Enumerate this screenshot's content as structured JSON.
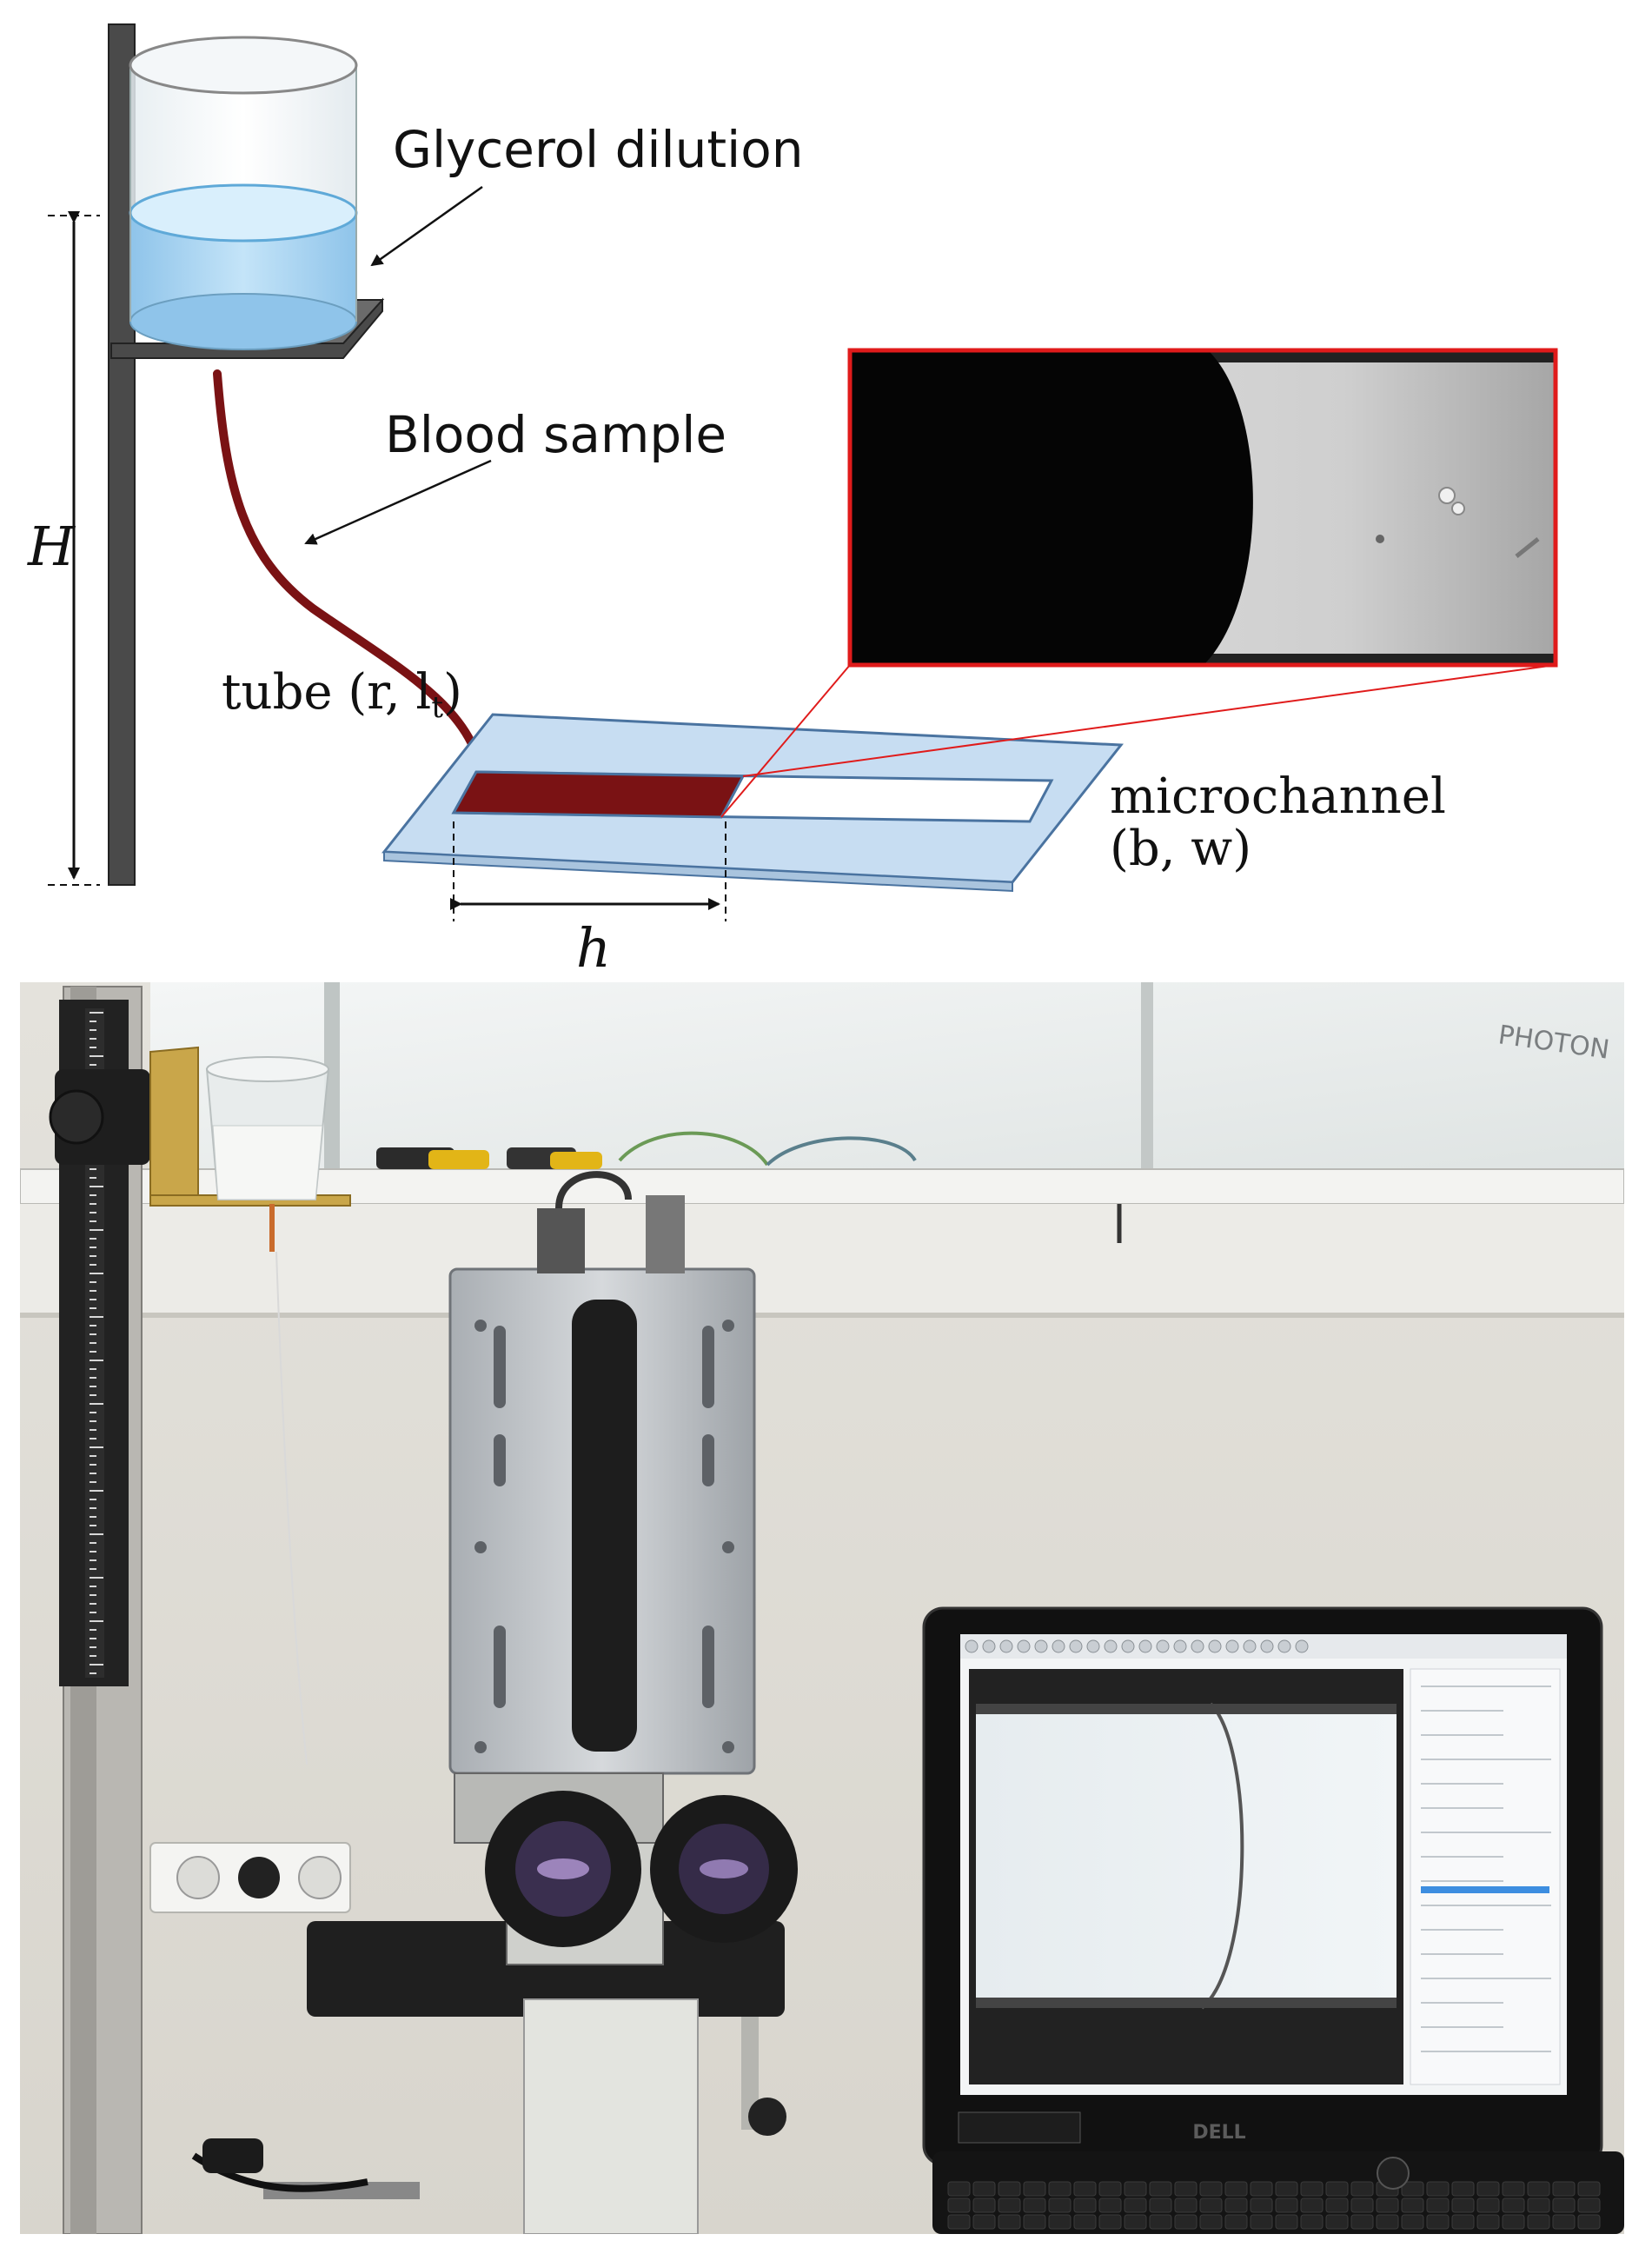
{
  "labels": {
    "glycerol": "Glycerol dilution",
    "blood_sample": "Blood sample",
    "height": "H",
    "tube_prefix": "tube (r, l",
    "tube_sub": "t",
    "tube_suffix": ")",
    "microchannel_line1": "microchannel",
    "microchannel_line2": "(b, w)",
    "length": "h"
  },
  "photo": {
    "monitor_brand": "DELL",
    "wall_writing": "PHOTON"
  },
  "colors": {
    "fluid": "#a9d5f2",
    "blood": "#7a1214",
    "channel": "#c7ddf2",
    "zoom_frame": "#e01b1b",
    "stand": "#4a4a4a"
  }
}
